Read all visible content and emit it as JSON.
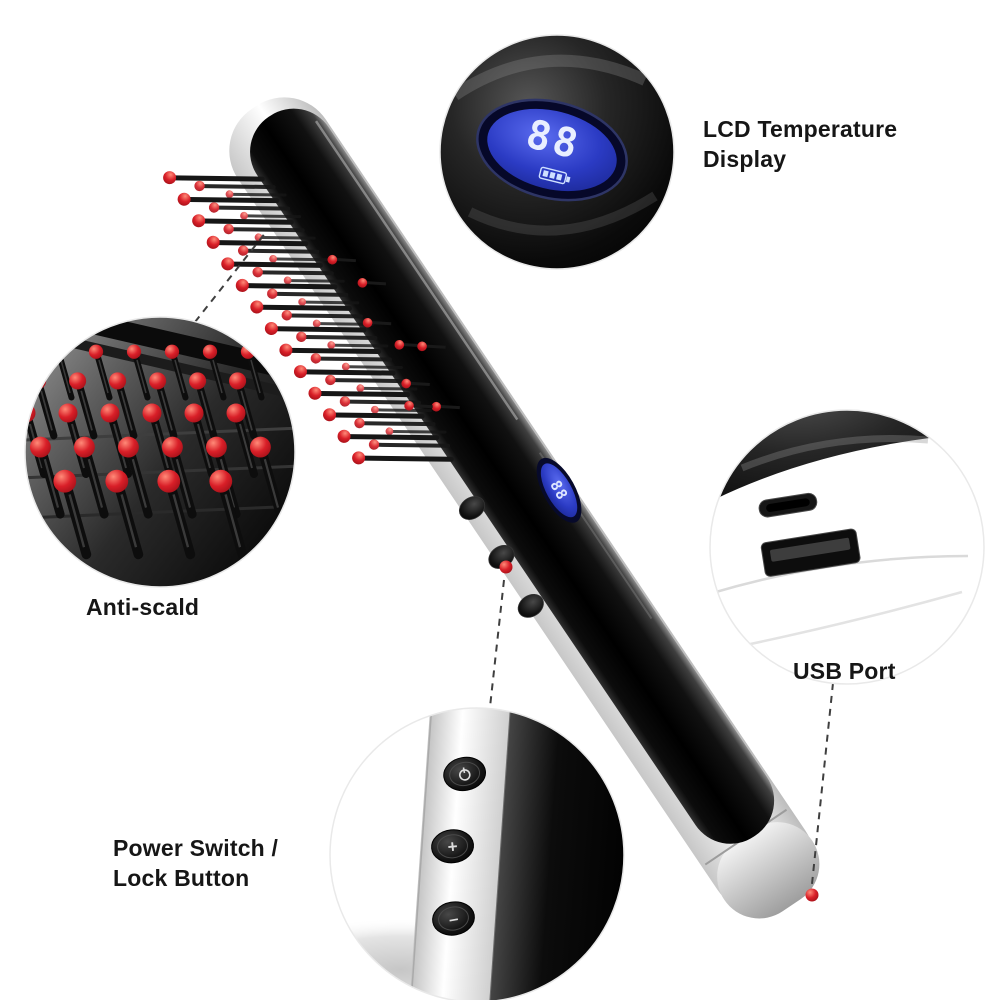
{
  "labels": {
    "lcd_line1": "LCD Temperature",
    "lcd_line2": "Display",
    "anti_scald": "Anti-scald",
    "usb": "USB Port",
    "power_line1": "Power Switch /",
    "power_line2": "Lock Button"
  },
  "lcd": {
    "value": "88"
  },
  "icons": {
    "plus": "+",
    "minus": "–"
  },
  "colors": {
    "accent_red": "#c8121d",
    "lcd_blue": "#2b3bc4",
    "body_black": "#0a0a0a",
    "pointer_line": "#3f3f3f"
  }
}
